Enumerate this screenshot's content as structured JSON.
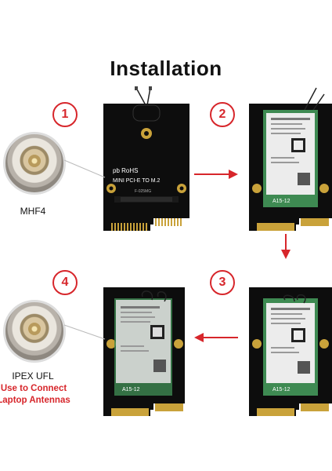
{
  "title": "Installation",
  "steps": [
    "1",
    "2",
    "3",
    "4"
  ],
  "adapter_text": {
    "brand": "pb RoHS",
    "model": "MINI PCI-E TO M.2",
    "code": "F-025MG"
  },
  "connector_top": {
    "label": "MHF4"
  },
  "connector_bottom": {
    "label": "IPEX UFL",
    "note_line1": "Use to Connect",
    "note_line2": "Laptop Antennas"
  },
  "module_label": "A15-12",
  "colors": {
    "accent": "#d7262b",
    "board": "#0d0d0d",
    "module": "#3e8a52",
    "gold": "#c9a23a"
  }
}
